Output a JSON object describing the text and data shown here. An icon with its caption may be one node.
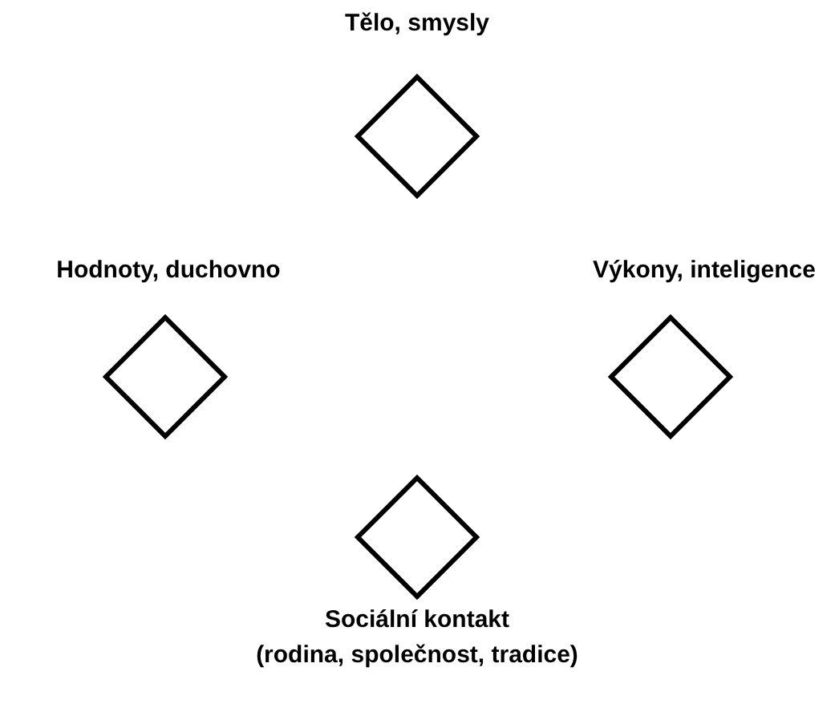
{
  "diagram": {
    "nodes": [
      {
        "text": [
          "Tělo, smysly"
        ]
      },
      {
        "text": [
          "Hodnoty, duchovno"
        ]
      },
      {
        "text": [
          "Výkony, inteligence"
        ]
      },
      {
        "text": [
          "Sociální kontakt",
          "(rodina, společnost, tradice)"
        ]
      }
    ],
    "edges": []
  }
}
